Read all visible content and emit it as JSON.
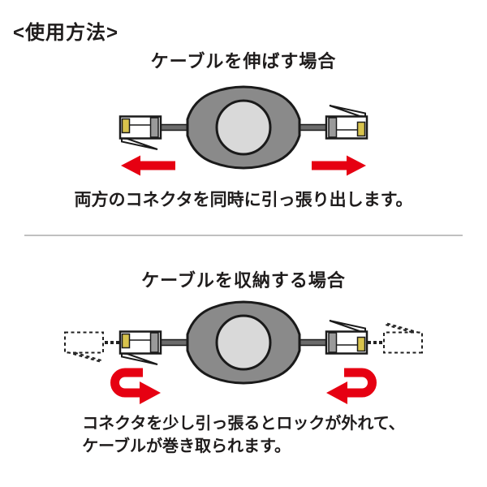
{
  "title": "<使用方法>",
  "section_extend": {
    "heading": "ケーブルを伸ばす場合",
    "caption": "両方のコネクタを同時に引っ張り出します。"
  },
  "section_retract": {
    "heading": "ケーブルを収納する場合",
    "caption_lines": [
      "コネクタを少し引っ張るとロックが外れて、",
      "ケーブルが巻き取られます。"
    ]
  },
  "diagram_parts": {
    "reel": "retractable-cable-reel",
    "connector": "rj45-connector",
    "ghost": "connector-previous-position-dashed",
    "extend_arrows": "red-arrows-pointing-outward",
    "retract_arrows": "red-curved-arrows-pointing-inward"
  },
  "colors": {
    "text": "#1f1c1c",
    "accent-red": "#e60012",
    "reel-body": "#8a8a8a",
    "reel-center": "#d9d9d9",
    "outline": "#1a1a1a",
    "cable": "#6b6b6b",
    "connector-boot": "#9a9a9a",
    "connector-contacts": "#d8c34c",
    "divider": "#c0c0c0"
  }
}
